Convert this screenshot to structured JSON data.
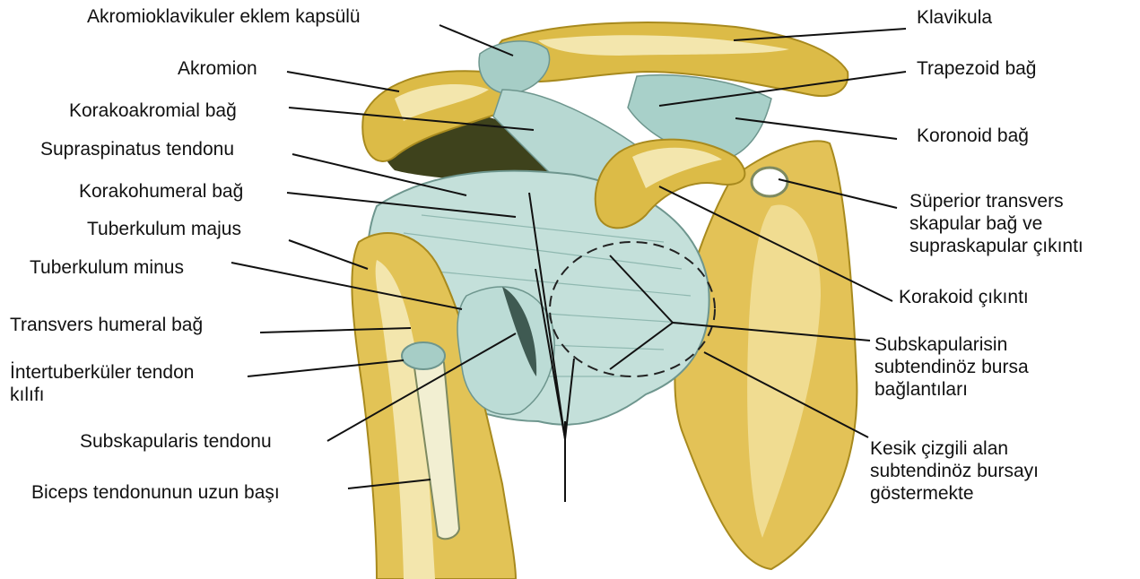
{
  "background": "#ffffff",
  "colors": {
    "bone": "#d6b33c",
    "bone_light": "#f1e3a2",
    "ligament": "#9fc6bf",
    "ligament_light": "#d9ebe6",
    "shadow": "#3e421c",
    "leader": "#111111"
  },
  "labels": {
    "akromioklavikuler": "Akromioklavikuler eklem kapsülü",
    "akromion": "Akromion",
    "korakoakromial": "Korakoakromial bağ",
    "supraspinatus": "Supraspinatus tendonu",
    "korakohumeral": "Korakohumeral bağ",
    "tuberkulum_majus": "Tuberkulum majus",
    "tuberkulum_minus": "Tuberkulum minus",
    "transvers_humeral": "Transvers humeral bağ",
    "intertuberkuler": {
      "line1": "İntertuberküler tendon",
      "line2": "kılıfı"
    },
    "subskapularis_tendonu": "Subskapularis tendonu",
    "biceps": "Biceps tendonunun uzun başı",
    "klavikula": "Klavikula",
    "trapezoid": "Trapezoid bağ",
    "koronoid": "Koronoid bağ",
    "superior_transvers": {
      "line1": "Süperior transvers",
      "line2": "skapular bağ ve",
      "line3": "supraskapular çıkıntı"
    },
    "korakoid": "Korakoid çıkıntı",
    "bursa_baglantilari": {
      "line1": "Subskapularisin",
      "line2": "subtendinöz bursa",
      "line3": "bağlantıları"
    },
    "kesik_cizgili": {
      "line1": "Kesik çizgili alan",
      "line2": "subtendinöz bursayı",
      "line3": "göstermekte"
    }
  }
}
